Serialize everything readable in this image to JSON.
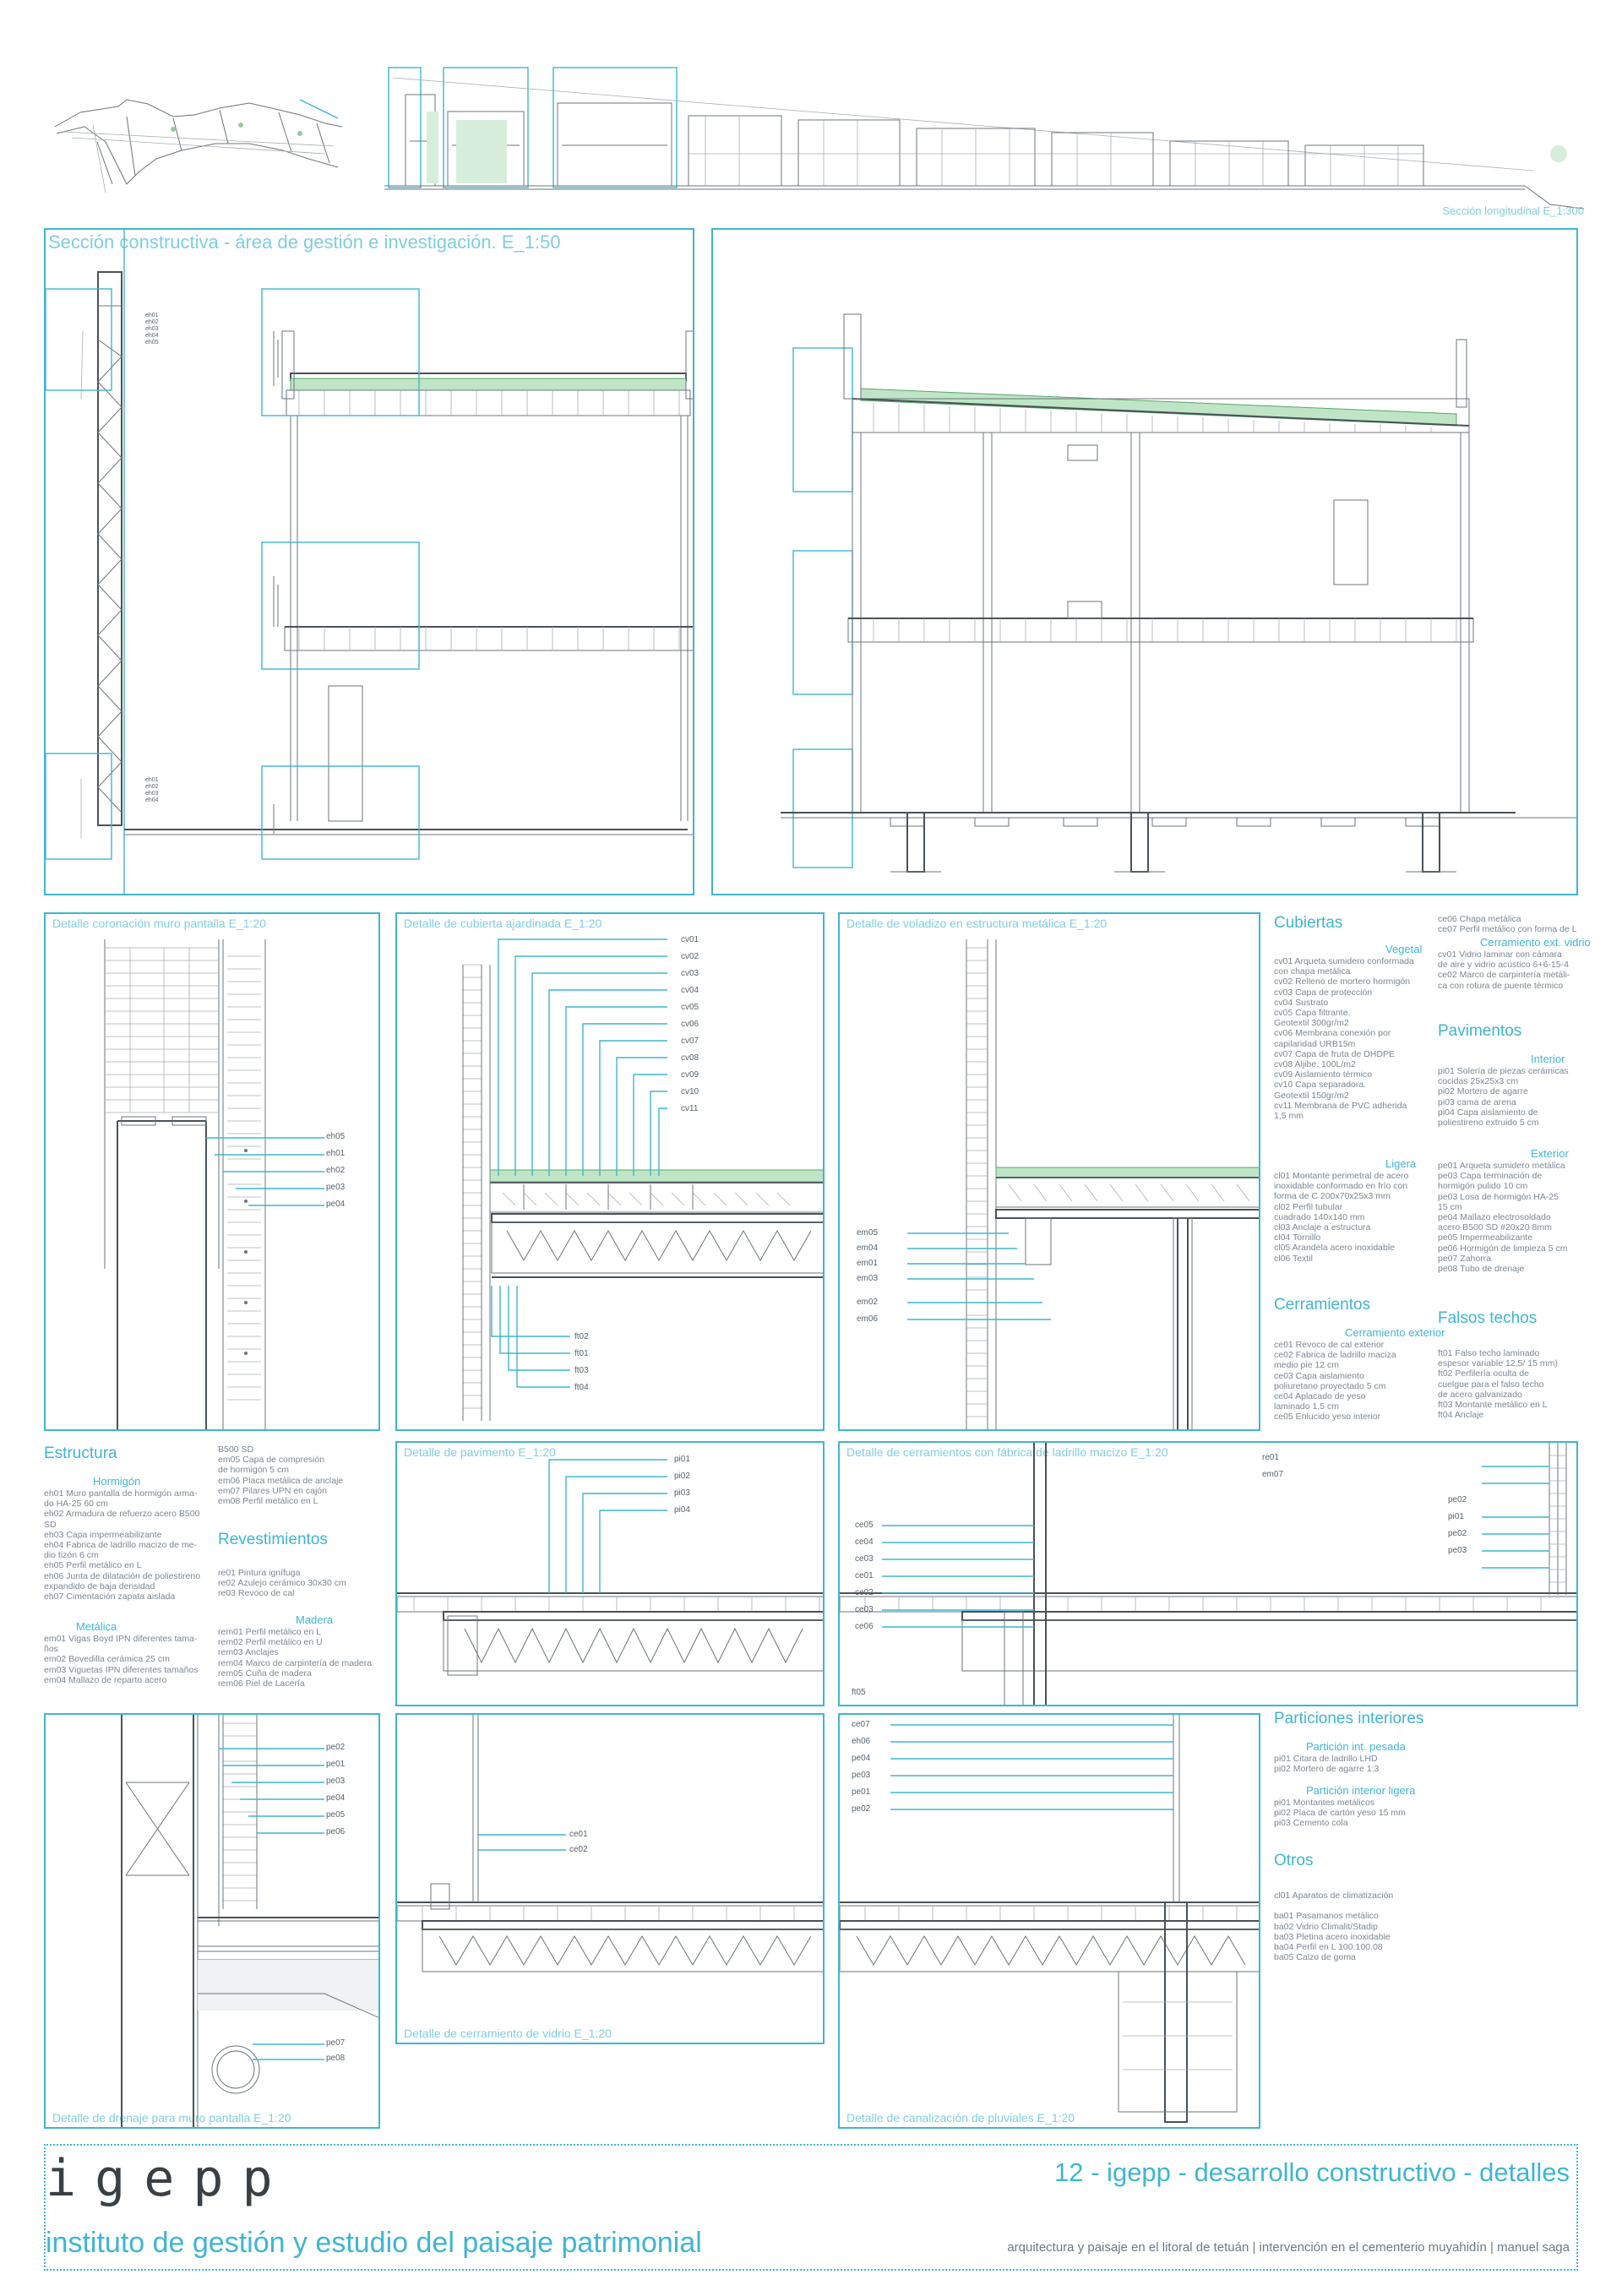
{
  "header": {
    "long_section_label": "Sección longitudinal E_1:300"
  },
  "sections": {
    "title": "Sección constructiva - área de gestión e investigación. E_1:50"
  },
  "details": {
    "d1": "Detalle coronación muro pantalla E_1:20",
    "d2": "Detalle de cubierta ajardinada E_1:20",
    "d3": "Detalle de voladizo en estructura metálica E_1:20",
    "d4": "Detalle de pavimento E_1:20",
    "d5": "Detalle de cerramientos con fábrica de ladrillo macizo E_1:20",
    "d6": "Detalle de drenaje para muro pantalla E_1:20",
    "d7": "Detalle de cerramiento de vidrio E_1:20",
    "d8": "Detalle de canalización de pluviales E_1:20"
  },
  "tags": {
    "d1": [
      "eh05",
      "eh01",
      "eh02",
      "pe03",
      "pe04"
    ],
    "d2": [
      "cv01",
      "cv02",
      "cv03",
      "cv04",
      "cv05",
      "cv06",
      "cv07",
      "cv08",
      "cv09",
      "cv10",
      "cv11"
    ],
    "d2b": [
      "ft02",
      "ft01",
      "ft03",
      "ft04"
    ],
    "d3": [
      "em05",
      "em04",
      "em01",
      "em03",
      "em02",
      "em06"
    ],
    "d4": [
      "pi01",
      "pi02",
      "pi03",
      "pi04"
    ],
    "d5l": [
      "ce05",
      "ce04",
      "ce03",
      "ce01",
      "ce02",
      "ce03",
      "ce06"
    ],
    "d5r": [
      "re01",
      "em07"
    ],
    "d5r2": [
      "pe02",
      "pi01",
      "pe02",
      "pe03"
    ],
    "d5b": "ft05",
    "d6": [
      "pe02",
      "pe01",
      "pe03",
      "pe04",
      "pe05",
      "pe06"
    ],
    "d6b": [
      "pe07",
      "pe08"
    ],
    "d7": [
      "ce01",
      "ce02"
    ],
    "d8": [
      "ce07",
      "eh06",
      "pe04",
      "pe03",
      "pe01",
      "pe02"
    ]
  },
  "legend": {
    "cubiertas": {
      "title": "Cubiertas",
      "vegetal_label": "Vegetal",
      "vegetal": [
        "cv01 Arqueta sumidero conformada",
        "con chapa metálica",
        "cv02 Relleno de mortero hormigón",
        "cv03 Capa de protección",
        "cv04 Sustrato",
        "cv05 Capa filtrante.",
        "Geotextil 300gr/m2",
        "cv06 Membrana conexión por",
        "capilaridad URB15m",
        "cv07 Capa de fruta de DHDPE",
        "cv08 Aljibe. 100L/m2",
        "cv09 Aislamiento térmico",
        "cv10 Capa separadora.",
        "Geotextil 150gr/m2",
        "cv11 Membrana de PVC adherida",
        "1,5 mm"
      ],
      "ligera_label": "Ligera",
      "ligera": [
        "cl01 Montante perimetral de acero",
        "inoxidable conformado en frío con",
        "forma de C 200x70x25x3 mm",
        "cl02 Perfil tubular",
        "cuadrado 140x140 mm",
        "cl03 Anclaje a estructura",
        "cl04 Tornillo",
        "cl05 Arandela acero inoxidable",
        "cl06 Textil"
      ]
    },
    "cerramientos": {
      "title": "Cerramientos",
      "exterior_label": "Cerramiento exterior",
      "exterior": [
        "ce01 Revoco de cal exterior",
        "ce02 Fabrica de ladrillo maciza",
        "medio pie 12 cm",
        "ce03 Capa aislamiento",
        "poliuretano proyectado 5 cm",
        "ce04 Aplacado de yeso",
        "laminado 1,5 cm",
        "ce05 Enlucido yeso interior"
      ],
      "col2": [
        "ce06 Chapa metálica",
        "ce07 Perfil metálico con forma de L"
      ],
      "vidrio_label": "Cerramiento ext. vidrio",
      "vidrio": [
        "cv01 Vidrio laminar con cámara",
        "de aire y vidrio acústico 6+6-15-4",
        "ce02 Marco de carpintería metáli-",
        "ca con rotura de puente térmico"
      ]
    },
    "pavimentos": {
      "title": "Pavimentos",
      "interior_label": "Interior",
      "interior": [
        "pi01 Solería de piezas cerámicas",
        "cocidas 25x25x3 cm",
        "pi02 Mortero de agarre",
        "pi03 cama de arena",
        "pi04 Capa aislamiento de",
        "poliestireno extruido 5 cm"
      ],
      "exterior_label": "Exterior",
      "exterior": [
        "pe01 Arqueta sumidero metálica",
        "pe03 Capa terminación de",
        "hormigón pulido 10 cm",
        "pe03 Losa de hormigón HA-25",
        "15 cm",
        "pe04 Mallazo electrosoldado",
        "acero B500 SD #20x20 8mm",
        "pe05 Impermeabilizante",
        "pe06 Hormigón de limpieza 5 cm",
        "pe07 Zahorra",
        "pe08 Tubo de drenaje"
      ]
    },
    "falsos": {
      "title": "Falsos techos",
      "items": [
        "ft01 Falso techo laminado",
        "espesor variable 12,5/ 15 mm)",
        "ft02 Perfilería oculta de",
        "cuelgue para el falso techo",
        "de acero galvanizado",
        "ft03 Montante metálico en L",
        "ft04 Anclaje"
      ]
    },
    "estructura": {
      "title": "Estructura",
      "hormigon_label": "Hormigón",
      "hormigon": [
        "eh01 Muro pantalla de hormigón arma-",
        "do HA-25 60 cm",
        "eh02 Armadura de refuerzo acero B500",
        "SD",
        "eh03 Capa impermeabilizante",
        "eh04 Fabrica de ladrillo macizo de me-",
        "dio tizón 6 cm",
        "eh05 Perfil metálico en L",
        "eh06 Junta de dilatación de poliestireno",
        "expandido de baja densidad",
        "eh07 Cimentación zapata aislada"
      ],
      "metalica_label": "Metálica",
      "metalica": [
        "em01 Vigas Boyd IPN diferentes tama-",
        "ños",
        "em02 Bovedilla cerámica 25 cm",
        "em03 Viguetas IPN diferentes tamaños",
        "em04 Mallazo de reparto acero"
      ],
      "col2": [
        "B500 SD",
        "em05 Capa de compresión",
        "de hormigón 5 cm",
        "em06 Placa metálica de anclaje",
        "em07 Pilares UPN en cajón",
        "em08 Perfil metálico en L"
      ]
    },
    "revestimientos": {
      "title": "Revestimientos",
      "items": [
        "re01 Pintura ignífuga",
        "re02 Azulejo cerámico 30x30 cm",
        "re03 Revoco de cal"
      ],
      "madera_label": "Madera",
      "madera": [
        "rem01 Perfil metálico en L",
        "rem02 Perfil metálico en U",
        "rem03 Anclajes",
        "rem04 Marco de carpintería de madera",
        "rem05 Cuña de madera",
        "rem06 Piel de Lacería"
      ]
    },
    "particiones": {
      "title": "Particiones interiores",
      "pesada_label": "Partición int. pesada",
      "pesada": [
        "pi01 Citara de ladrillo LHD",
        "pi02 Mortero de agarre 1:3"
      ],
      "ligera_label": "Partición interior ligera",
      "ligera": [
        "pi01 Montantes metálicos",
        "pi02 Placa de cartón yeso 15 mm",
        "pi03 Cemento cola"
      ]
    },
    "otros": {
      "title": "Otros",
      "items": [
        "cl01 Aparatos de climatización",
        "",
        "ba01 Pasamanos metálico",
        "ba02 Vidrio Climalit/Stadip",
        "ba03 Pletina acero inoxidable",
        "ba04 Perfil en L 100.100.08",
        "ba05 Calzo de goma"
      ]
    }
  },
  "footer": {
    "logo": "igepp",
    "subtitle": "instituto de gestión y estudio del paisaje patrimonial",
    "sheet_title": "12 - igepp - desarrollo constructivo - detalles",
    "sheet_sub": "arquitectura y paisaje en el litoral de tetuán | intervención en el cementerio muyahidín | manuel saga"
  },
  "colors": {
    "accent": "#3fb5d1",
    "green": "#bfe5c6",
    "line": "#6b747c"
  }
}
